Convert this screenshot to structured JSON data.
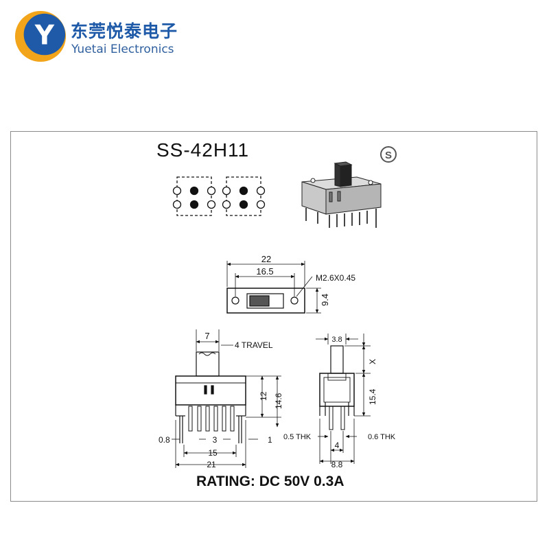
{
  "brand": {
    "name_cn": "东莞悦泰电子",
    "name_en": "Yuetai Electronics",
    "logo_letter": "Y",
    "logo_colors": {
      "ring": "#f2a51a",
      "disc": "#1e5aa8",
      "letter": "#ffffff"
    }
  },
  "drawing": {
    "model": "SS-42H11",
    "safety_mark": "S",
    "top_view": {
      "width": "22",
      "hole_spacing": "16.5",
      "screw": "M2.6X0.45",
      "height": "9.4"
    },
    "front_view": {
      "actuator_width": "7",
      "travel": "4 TRAVEL",
      "body_height": "12",
      "overall_height": "14.6",
      "end_gap_left": "0.8",
      "pitch": "3",
      "end_gap_right": "1",
      "pin_span": "15",
      "overall_length": "21"
    },
    "side_view": {
      "actuator_width": "3.8",
      "extension": "X",
      "height": "15.4",
      "pin_left_thickness": "0.5 THK",
      "pin_right_thickness": "0.6 THK",
      "pin_row_spacing": "4",
      "overall_width": "8.8"
    },
    "rating": "RATING: DC 50V 0.3A"
  }
}
